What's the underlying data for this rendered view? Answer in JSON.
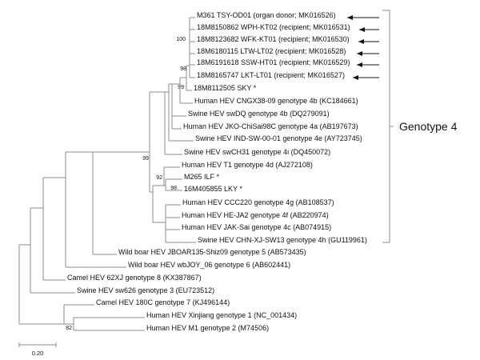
{
  "tree": {
    "leaves": [
      "M361 TSY-OD01 (organ donor; MK016526)",
      "18M8150862 WPH-KT02 (recipient; MK016531)",
      "18M8123682 WFK-KT01 (recipient; MK016530)",
      "18M6180115 LTW-LT02 (recipient; MK016528)",
      "18M6191618 SSW-HT01 (recipient; MK016529)",
      "18M8165747 LKT-LT01 (recipient; MK016527)",
      "18M8112505 SKY *",
      "Human HEV CNGX38-09 genotype 4b (KC184661)",
      "Swine HEV swDQ genotype 4b (DQ279091)",
      "Human HEV JKO-ChiSai98C genotype 4a (AB197673)",
      "Swine HEV IND-SW-00-01 genotype 4e (AY723745)",
      "Swine HEV swCH31 genotype 4i (DQ450072)",
      "Human HEV T1 genotype 4d (AJ272108)",
      "M265 ILF *",
      "16M405855 LKY *",
      "Human HEV CCC220 genotype 4g (AB108537)",
      "Human HEV HE-JA2 genotype 4f (AB220974)",
      "Human HEV JAK-Sai genotype 4c (AB074915)",
      "Swine HEV CHN-XJ-SW13 genotype 4h (GU119961)",
      "Wild boar HEV JBOAR135-Shiz09 genotype 5 (AB573435)",
      "Wild boar HEV wbJOY_06 genotype 6 (AB602441)",
      "Camel HEV 62XJ genotype 8 (KX387867)",
      "Swine HEV sw626 genotype 3 (EU723512)",
      "Camel HEV 180C genotype 7 (KJ496144)",
      "Human HEV Xinjiang genotype 1 (NC_001434)",
      "Human HEV M1 genotype 2 (M74506)"
    ],
    "bootstrap": [
      "100",
      "98",
      "99",
      "99",
      "92",
      "98",
      "82"
    ],
    "clade_label": "Genotype 4",
    "scale_label": "0.20",
    "arrow_leaf_indices": [
      0,
      1,
      2,
      3,
      4,
      5
    ]
  }
}
